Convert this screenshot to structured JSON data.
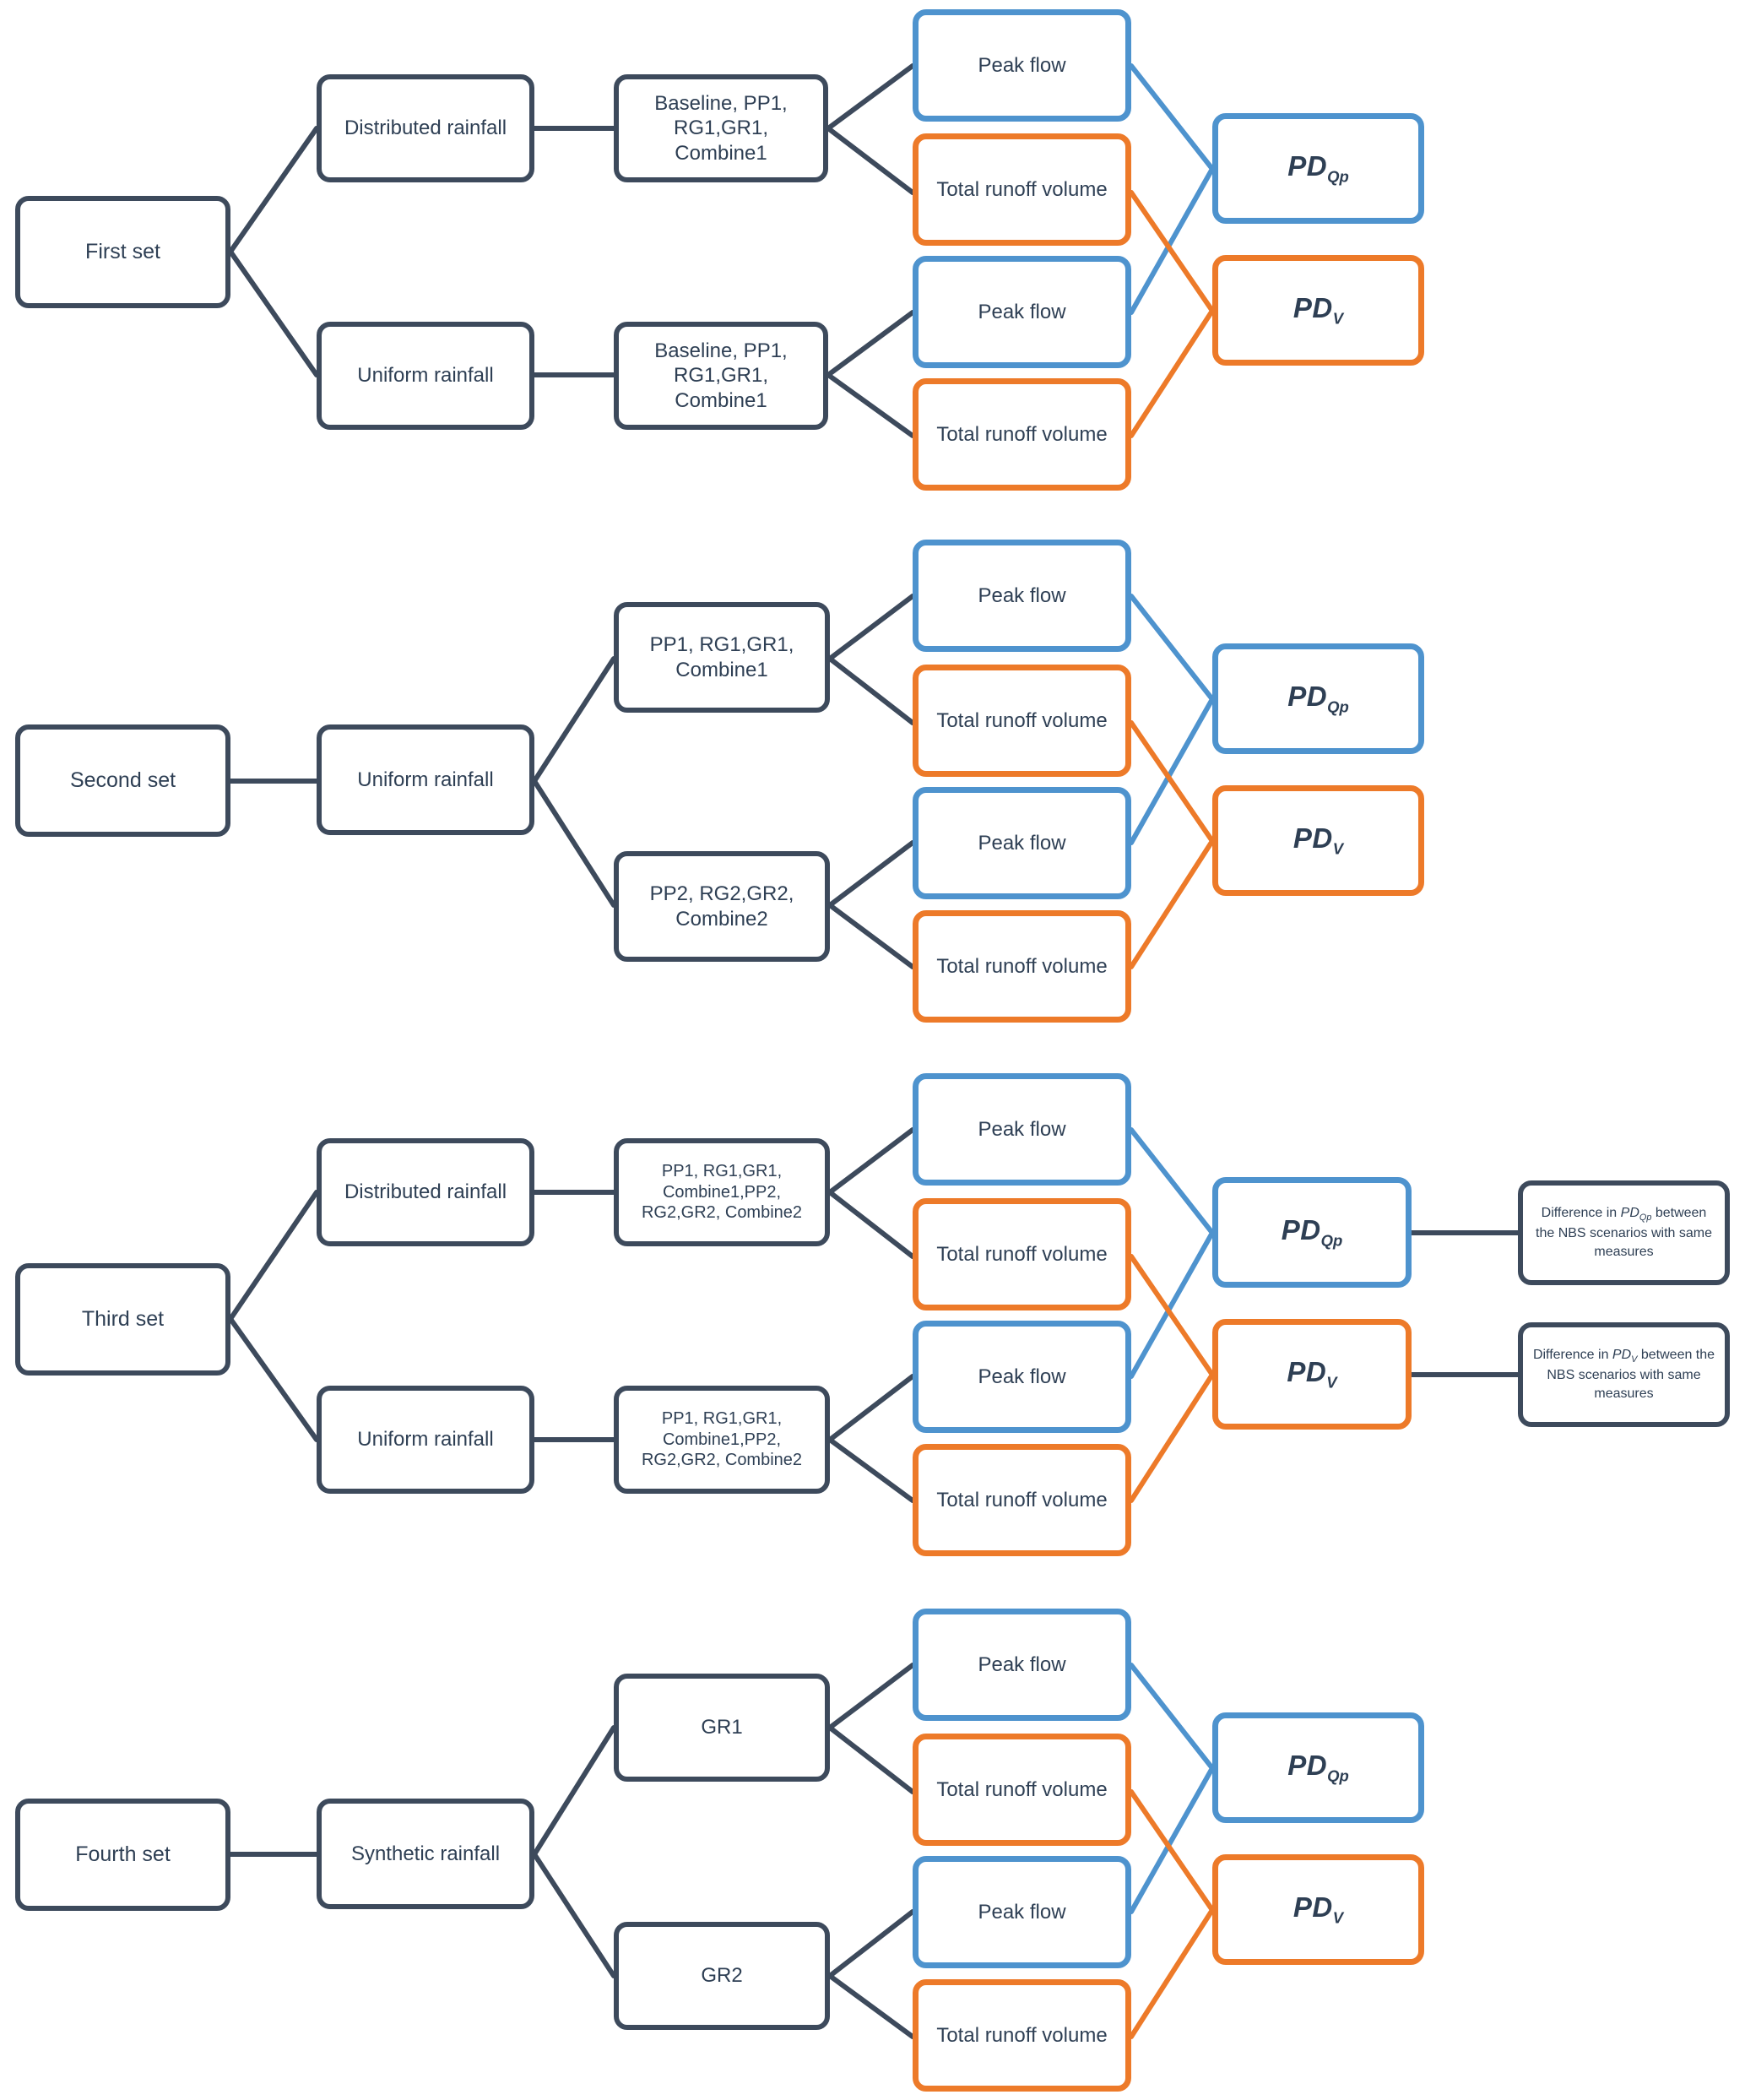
{
  "diagram": {
    "title": "Experimental sets flowchart",
    "colors": {
      "navy": "#3D4A5C",
      "blue": "#4E93CE",
      "orange": "#ED7A29",
      "text": "#2E3F54",
      "background": "#FFFFFF"
    },
    "common_labels": {
      "peak_flow": "Peak flow",
      "total_runoff_volume": "Total runoff volume",
      "pd_qp": "PD",
      "pd_qp_sub": "Qp",
      "pd_v": "PD",
      "pd_v_sub": "V"
    },
    "sets": [
      {
        "id": "first-set",
        "root": "First set",
        "branches": [
          {
            "rainfall": "Distributed rainfall",
            "scenarios": "Baseline, PP1, RG1,GR1, Combine1",
            "metrics": [
              "Peak flow",
              "Total runoff volume"
            ]
          },
          {
            "rainfall": "Uniform rainfall",
            "scenarios": "Baseline, PP1, RG1,GR1, Combine1",
            "metrics": [
              "Peak flow",
              "Total runoff volume"
            ]
          }
        ],
        "outputs": [
          "PD Qp",
          "PD V"
        ]
      },
      {
        "id": "second-set",
        "root": "Second set",
        "rainfall": "Uniform rainfall",
        "branches": [
          {
            "scenarios": "PP1, RG1,GR1, Combine1",
            "metrics": [
              "Peak flow",
              "Total runoff volume"
            ]
          },
          {
            "scenarios": "PP2, RG2,GR2, Combine2",
            "metrics": [
              "Peak flow",
              "Total runoff volume"
            ]
          }
        ],
        "outputs": [
          "PD Qp",
          "PD V"
        ]
      },
      {
        "id": "third-set",
        "root": "Third set",
        "branches": [
          {
            "rainfall": "Distributed rainfall",
            "scenarios": "PP1, RG1,GR1, Combine1,PP2, RG2,GR2, Combine2",
            "metrics": [
              "Peak flow",
              "Total runoff volume"
            ]
          },
          {
            "rainfall": "Uniform rainfall",
            "scenarios": "PP1, RG1,GR1, Combine1,PP2, RG2,GR2, Combine2",
            "metrics": [
              "Peak flow",
              "Total runoff volume"
            ]
          }
        ],
        "outputs": [
          "PD Qp",
          "PD V"
        ],
        "conclusions": [
          "Difference in PD Qp between the NBS scenarios with same measures",
          "Difference in PD V between the NBS scenarios with same measures"
        ]
      },
      {
        "id": "fourth-set",
        "root": "Fourth set",
        "rainfall": "Synthetic rainfall",
        "branches": [
          {
            "scenarios": "GR1",
            "metrics": [
              "Peak flow",
              "Total runoff volume"
            ]
          },
          {
            "scenarios": "GR2",
            "metrics": [
              "Peak flow",
              "Total runoff volume"
            ]
          }
        ],
        "outputs": [
          "PD Qp",
          "PD V"
        ]
      }
    ],
    "nodes": {
      "s1_root": "First set",
      "s1_rain_a": "Distributed rainfall",
      "s1_rain_b": "Uniform rainfall",
      "s1_scen_a": "Baseline, PP1, RG1,GR1, Combine1",
      "s1_scen_b": "Baseline, PP1, RG1,GR1, Combine1",
      "s1_pf_a": "Peak flow",
      "s1_tv_a": "Total runoff volume",
      "s1_pf_b": "Peak flow",
      "s1_tv_b": "Total runoff volume",
      "s2_root": "Second set",
      "s2_rain": "Uniform rainfall",
      "s2_scen_a": "PP1, RG1,GR1, Combine1",
      "s2_scen_b": "PP2, RG2,GR2, Combine2",
      "s2_pf_a": "Peak flow",
      "s2_tv_a": "Total runoff volume",
      "s2_pf_b": "Peak flow",
      "s2_tv_b": "Total runoff volume",
      "s3_root": "Third set",
      "s3_rain_a": "Distributed rainfall",
      "s3_rain_b": "Uniform rainfall",
      "s3_scen_a": "PP1, RG1,GR1, Combine1,PP2, RG2,GR2, Combine2",
      "s3_scen_b": "PP1, RG1,GR1, Combine1,PP2, RG2,GR2, Combine2",
      "s3_pf_a": "Peak flow",
      "s3_tv_a": "Total runoff volume",
      "s3_pf_b": "Peak flow",
      "s3_tv_b": "Total runoff volume",
      "s4_root": "Fourth set",
      "s4_rain": "Synthetic rainfall",
      "s4_scen_a": "GR1",
      "s4_scen_b": "GR2",
      "s4_pf_a": "Peak flow",
      "s4_tv_a": "Total runoff volume",
      "s4_pf_b": "Peak flow",
      "s4_tv_b": "Total runoff volume"
    }
  }
}
